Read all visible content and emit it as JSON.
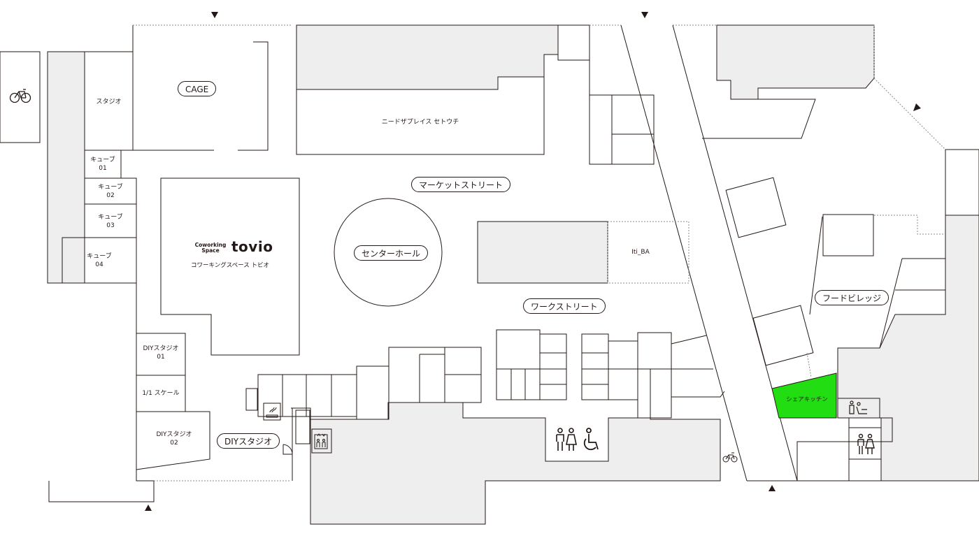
{
  "map": {
    "areas": {
      "cage": "CAGE",
      "market_street": "マーケットストリート",
      "center_hall": "センターホール",
      "work_street": "ワークストリート",
      "food_village": "フードビレッジ",
      "diy_studio_area": "DIYスタジオ"
    },
    "rooms": {
      "studio": "スタジオ",
      "cube01": "キューブ\n01",
      "cube02": "キューブ\n02",
      "cube03": "キューブ\n03",
      "cube04": "キューブ\n04",
      "neat_place": "ニードザプレイス セトウチ",
      "iti_ba": "Iti_BA",
      "diy01": "DIYスタジオ\n01",
      "scale": "1/1 スケール",
      "diy02": "DIYスタジオ\n02",
      "share_kitchen": "シェアキッチン"
    },
    "tovio": {
      "small": "Coworking\nSpace",
      "logo": "tovio",
      "subtitle": "コワーキングスペース トビオ"
    },
    "colors": {
      "wall": "#231815",
      "gray_fill": "#eeeeee",
      "highlight": "#22dd11"
    },
    "icons": [
      "bicycle-icon",
      "entrance-arrow-icon",
      "smoking-area-icon",
      "elevator-icon",
      "restroom-icon",
      "accessible-icon",
      "nursing-room-icon"
    ]
  }
}
